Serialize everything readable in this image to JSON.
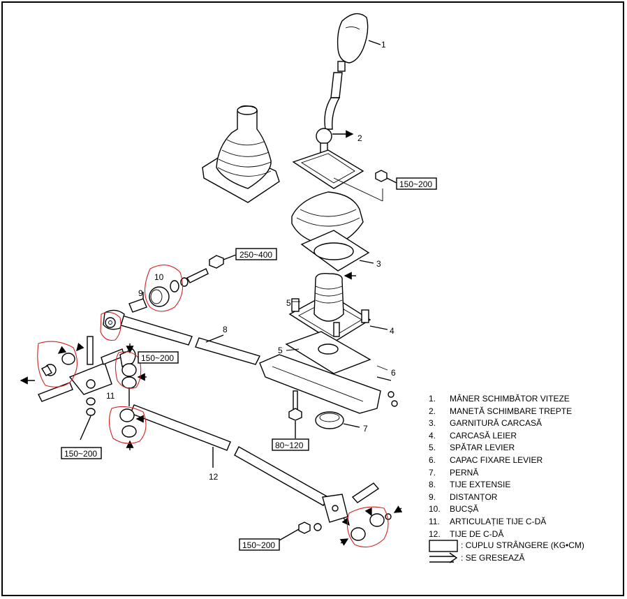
{
  "callouts": {
    "c1": "1",
    "c2": "2",
    "c3": "3",
    "c4": "4",
    "c5a": "5",
    "c5b": "5",
    "c6": "6",
    "c7": "7",
    "c8": "8",
    "c9": "9",
    "c10": "10",
    "c11": "11",
    "c12": "12"
  },
  "torques": {
    "t_250_400": "250~400",
    "t_150_200_top": "150~200",
    "t_150_200_mid": "150~200",
    "t_150_200_left": "150~200",
    "t_80_120": "80~120",
    "t_150_200_bottom": "150~200"
  },
  "legend": {
    "items": [
      {
        "num": "1.",
        "text": "MÂNER SCHIMBĂTOR VITEZE"
      },
      {
        "num": "2.",
        "text": "MANETĂ SCHIMBARE TREPTE"
      },
      {
        "num": "3.",
        "text": "GARNITURĂ  CARCASĂ"
      },
      {
        "num": "4.",
        "text": "CARCASĂ LEIER"
      },
      {
        "num": "5.",
        "text": "SPĂTAR LEVIER"
      },
      {
        "num": "6.",
        "text": "CAPAC FIXARE LEVIER"
      },
      {
        "num": "7.",
        "text": "PERNĂ"
      },
      {
        "num": "8.",
        "text": "TIJE EXTENSIE"
      },
      {
        "num": "9.",
        "text": "DISTANȚOR"
      },
      {
        "num": "10.",
        "text": "BUCȘĂ"
      },
      {
        "num": "11.",
        "text": "ARTICULAȚIE TIJE C-DĂ"
      },
      {
        "num": "12.",
        "text": "TIJE DE C-DĂ"
      }
    ],
    "torque_key": ":  CUPLU STRÂNGERE (KG•CM)",
    "grease_key": ":  SE  GRESEAZĂ"
  }
}
